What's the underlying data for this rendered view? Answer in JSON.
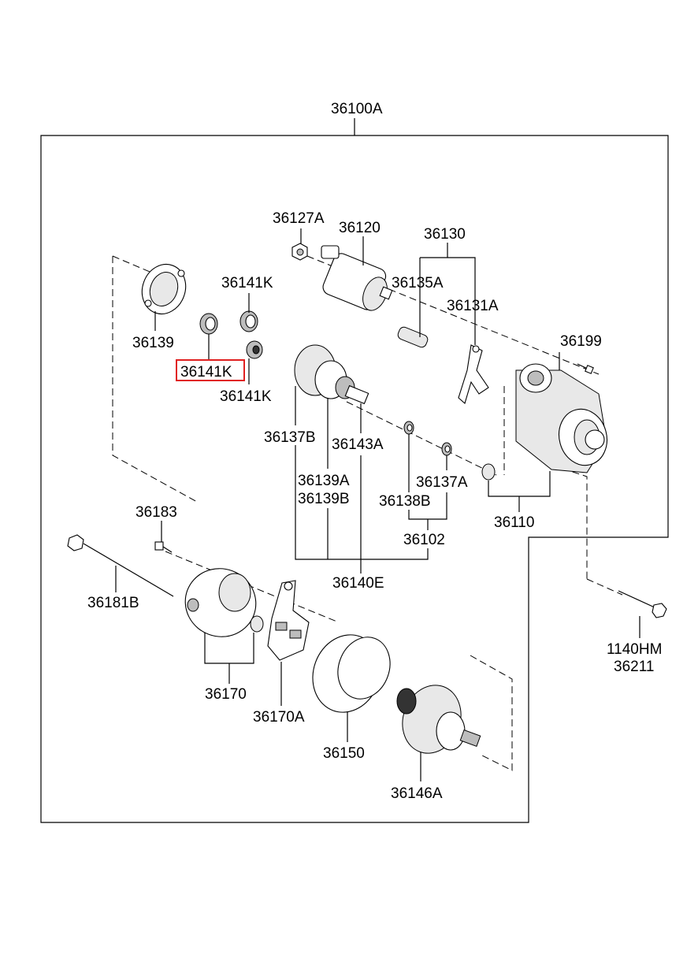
{
  "labels": {
    "assembly": "36100A",
    "p36127A": "36127A",
    "p36120": "36120",
    "p36130": "36130",
    "p36141K_a": "36141K",
    "p36135A": "36135A",
    "p36131A": "36131A",
    "p36139": "36139",
    "p36141K_b": "36141K",
    "p36199": "36199",
    "p36141K_c": "36141K",
    "p36137B": "36137B",
    "p36143A": "36143A",
    "p36139A": "36139A",
    "p36139B": "36139B",
    "p36137A": "36137A",
    "p36138B": "36138B",
    "p36110": "36110",
    "p36183": "36183",
    "p36102": "36102",
    "p36181B": "36181B",
    "p36140E": "36140E",
    "p1140HM": "1140HM",
    "p36211": "36211",
    "p36170": "36170",
    "p36170A": "36170A",
    "p36150": "36150",
    "p36146A": "36146A"
  },
  "highlight": {
    "label_key": "p36141K_b",
    "color": "#e02020"
  },
  "colors": {
    "line": "#000000",
    "background": "#ffffff"
  }
}
